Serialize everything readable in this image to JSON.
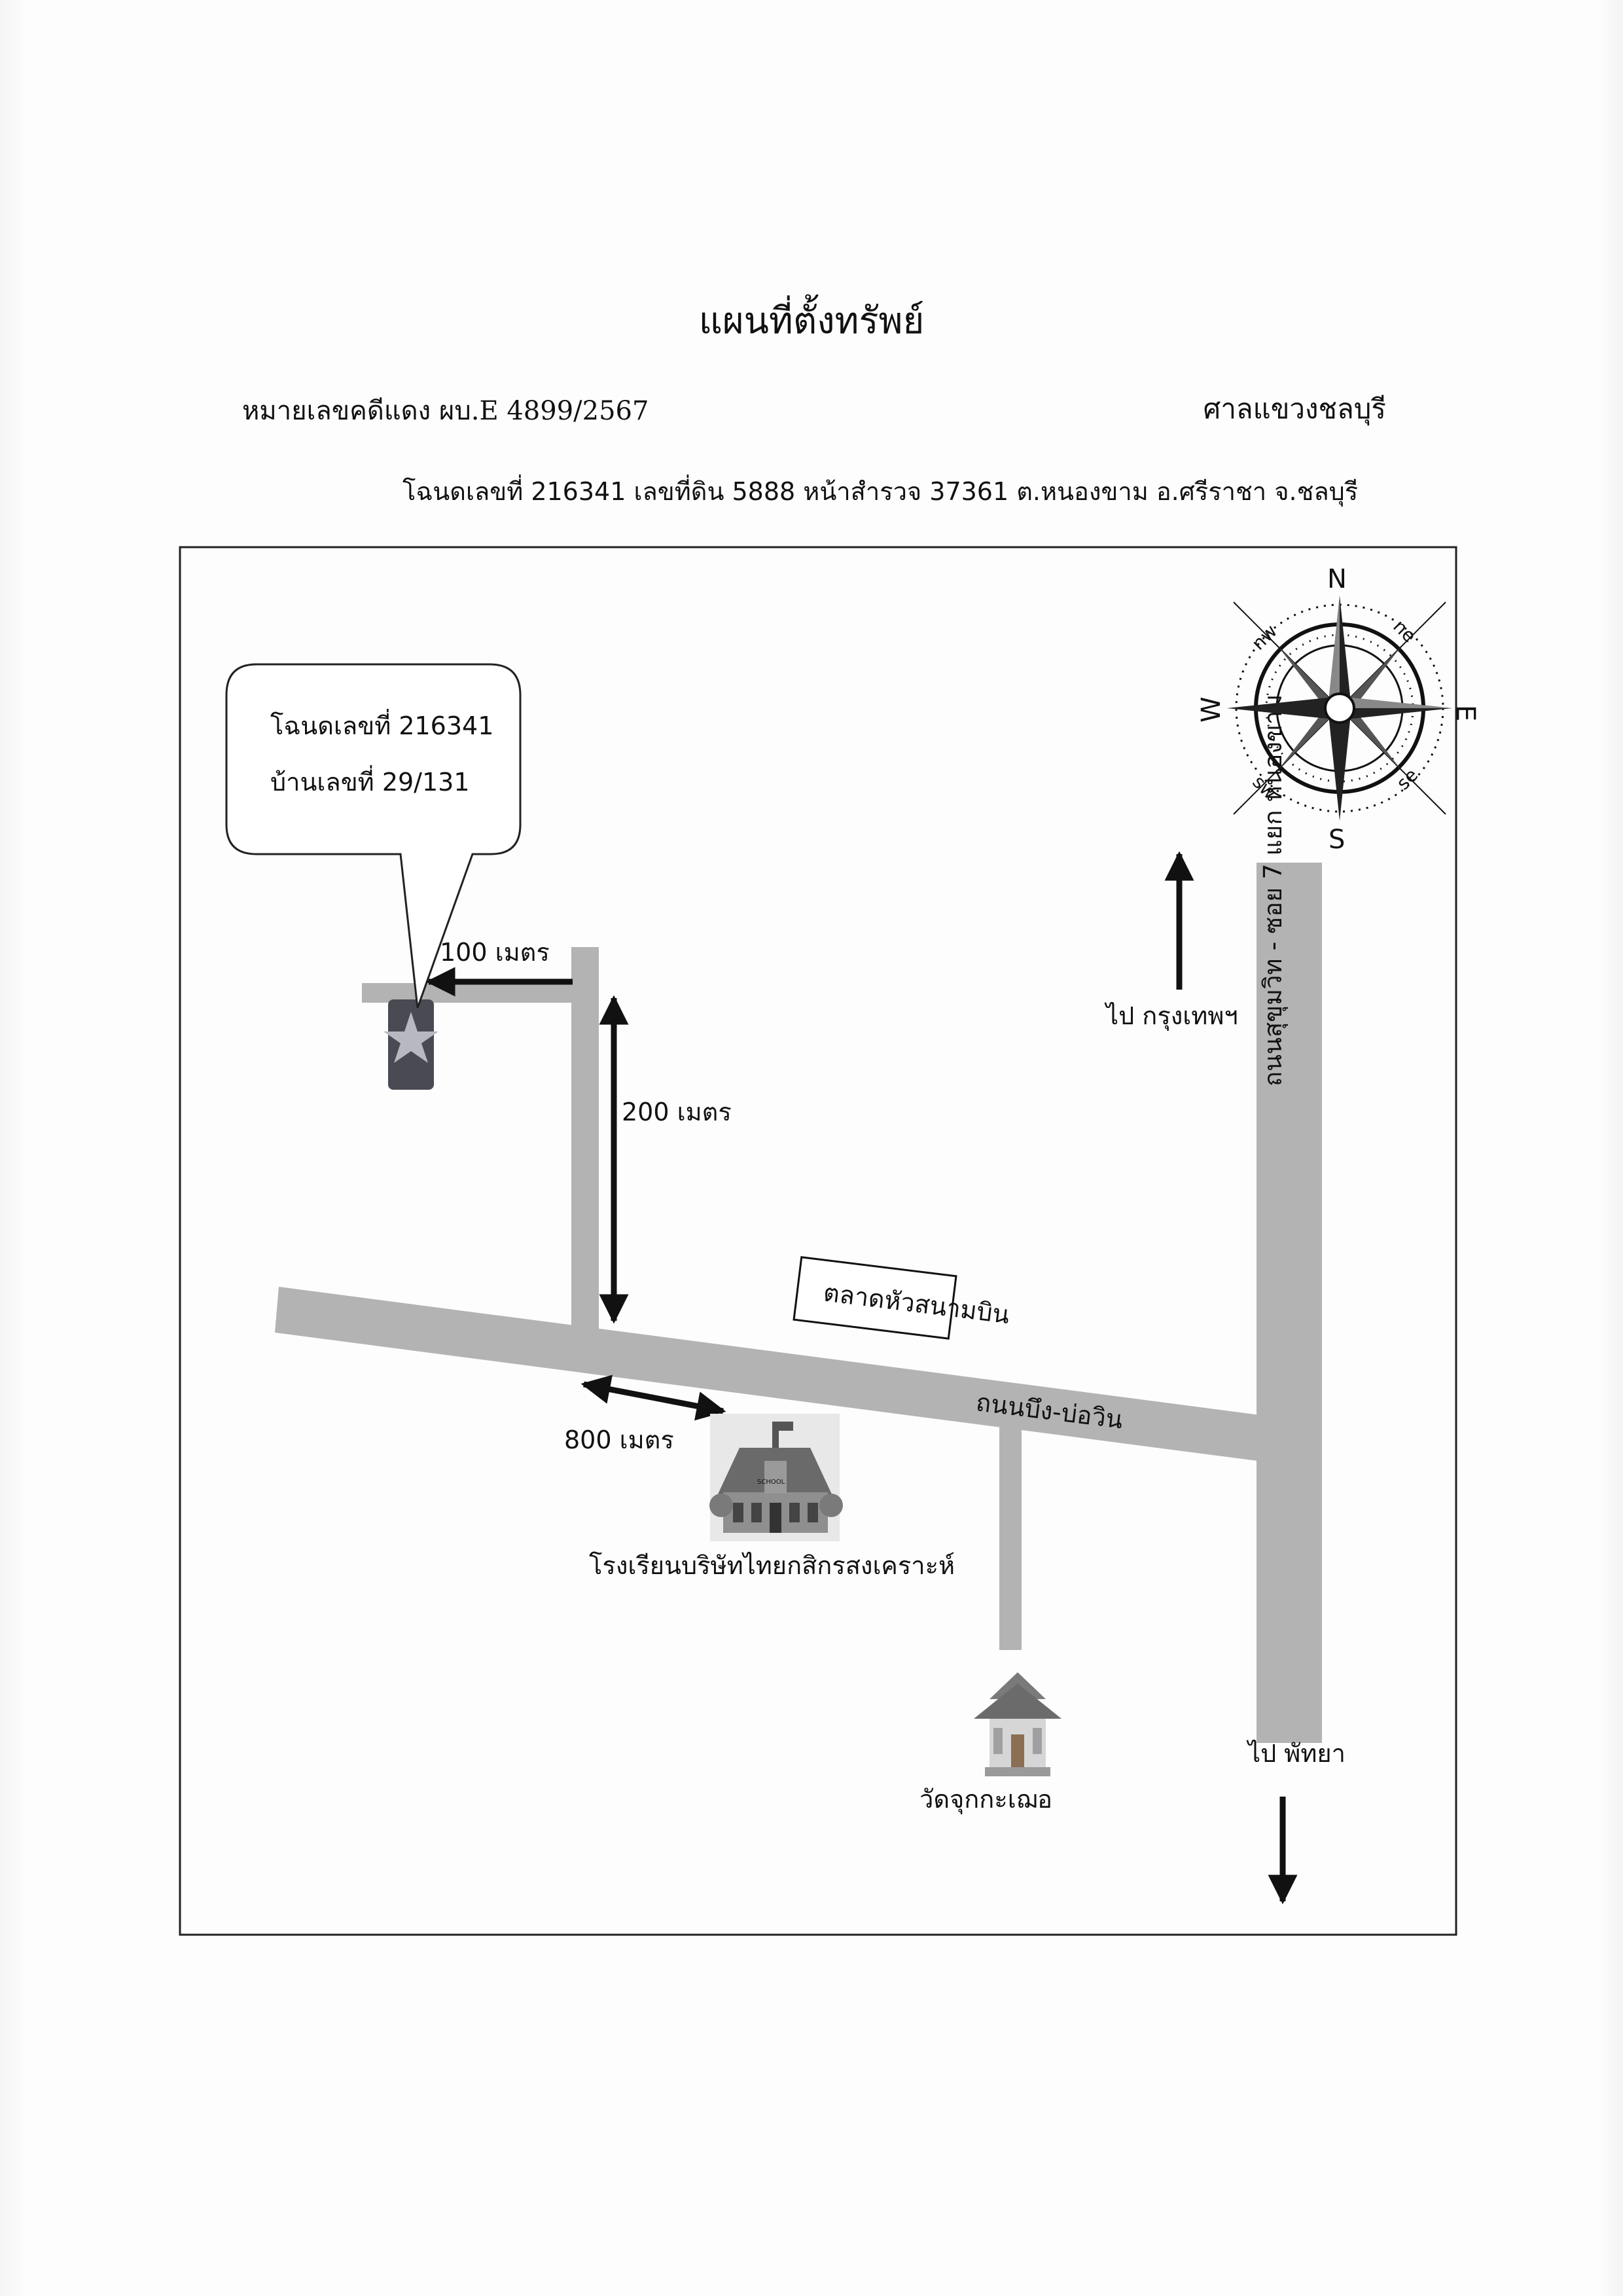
{
  "header": {
    "title": "แผนที่ตั้งทรัพย์",
    "case_number": "หมายเลขคดีแดง   ผบ.E 4899/2567",
    "court": "ศาลแขวงชลบุรี",
    "deed_line": "โฉนดเลขที่ 216341  เลขที่ดิน 5888  หน้าสำรวจ  37361   ต.หนองขาม  อ.ศรีราชา  จ.ชลบุรี"
  },
  "map": {
    "callout": {
      "deed": "โฉนดเลขที่ 216341",
      "house": "บ้านเลขที่ 29/131"
    },
    "distances": {
      "d100": "100 เมตร",
      "d200": "200 เมตร",
      "d800": "800 เมตร"
    },
    "market": "ตลาดหัวสนามบิน",
    "road_bueng": "ถนนบึง-บ่อวิน",
    "road_sukhumvit": "ถนนสุขุมวิท - ซอย 7 แยก หนองขาม",
    "to_bangkok": "ไป กรุงเทพฯ",
    "to_pattaya": "ไป พัทยา",
    "school": "โรงเรียนบริษัทไทยกสิกรสงเคราะห์",
    "school_sign": "SCHOOL",
    "temple": "วัดจุกกะเฌอ",
    "compass": {
      "n": "N",
      "s": "S",
      "e": "E",
      "w": "W",
      "ne": "ne",
      "nw": "nw",
      "se": "se",
      "sw": "sw"
    }
  },
  "colors": {
    "road": "#b3b3b3",
    "marker": "#4a4a52",
    "ink": "#111111"
  }
}
